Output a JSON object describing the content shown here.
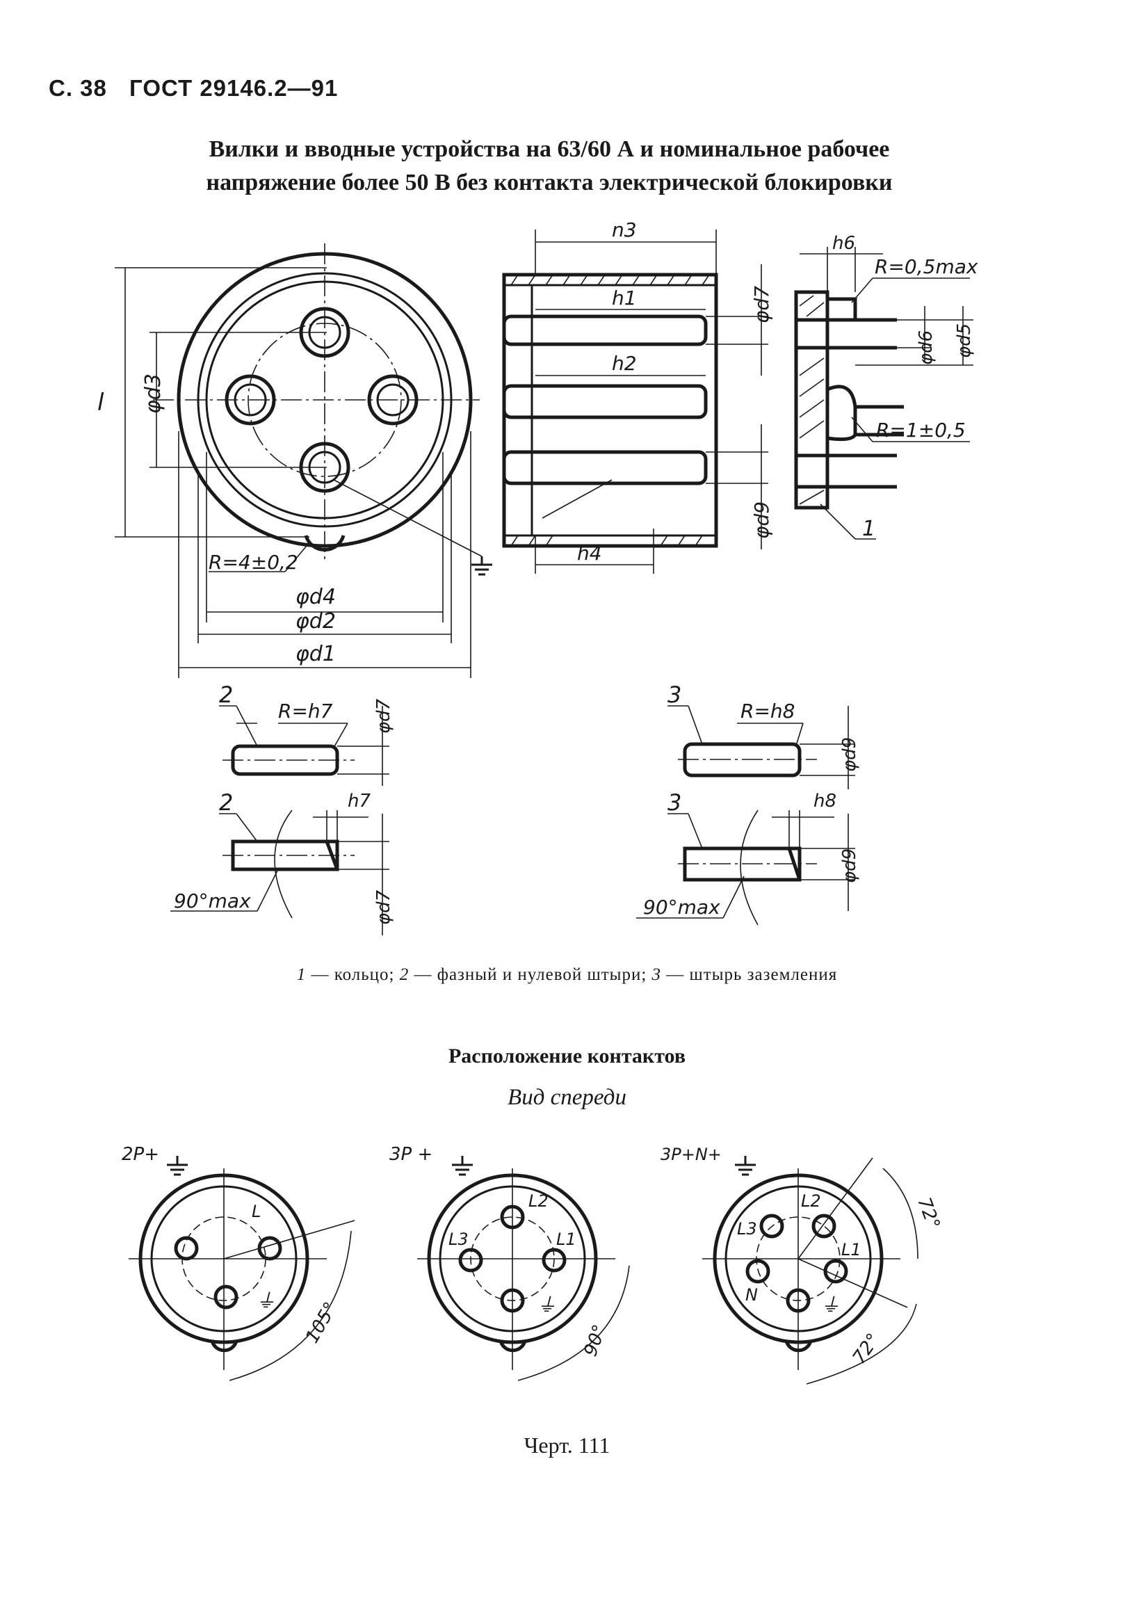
{
  "header": {
    "page": "С. 38",
    "standard": "ГОСТ 29146.2—91"
  },
  "title": {
    "line1": "Вилки и вводные устройства на 63/60 А и номинальное рабочее",
    "line2": "напряжение более 50 В без контакта электрической блокировки"
  },
  "front_view_labels": {
    "length": "l",
    "d3": "φd3",
    "d4": "φd4",
    "d2": "φd2",
    "d1": "φd1",
    "radius": "R=4±0,2"
  },
  "section_view_labels": {
    "n3": "n3",
    "h1": "h1",
    "h2": "h2",
    "h4": "h4",
    "d7": "φd7",
    "d9": "φd9"
  },
  "ring_detail_labels": {
    "h6": "h6",
    "radius_top": "R=0,5max",
    "d6": "φd6",
    "d5": "φd5",
    "radius_bottom": "R=1±0,5",
    "callout": "1"
  },
  "pin_details": {
    "left_callout": "2",
    "right_callout": "3",
    "r_h7": "R=h7",
    "r_h8": "R=h8",
    "h7": "h7",
    "h8": "h8",
    "d7": "φd7",
    "d9": "φd9",
    "angle": "90°max"
  },
  "legend": {
    "n1": "1",
    "t1": "— кольцо;",
    "n2": "2",
    "t2": "— фазный и нулевой штыри;",
    "n3": "3",
    "t3": "— штырь заземления"
  },
  "contacts_section": {
    "title": "Расположение контактов",
    "subtitle": "Вид спереди"
  },
  "contact_layouts": [
    {
      "label": "2P+",
      "angle": "105°",
      "pins": [
        "L",
        "⏚"
      ]
    },
    {
      "label": "3P +",
      "angle": "90°",
      "pins": [
        "L2",
        "L3",
        "L1",
        "⏚"
      ]
    },
    {
      "label": "3P+N+",
      "angle": "72°",
      "angle2": "72°",
      "pins": [
        "L2",
        "L3",
        "L1",
        "N",
        "⏚"
      ]
    }
  ],
  "figure_caption": "Черт. 111"
}
